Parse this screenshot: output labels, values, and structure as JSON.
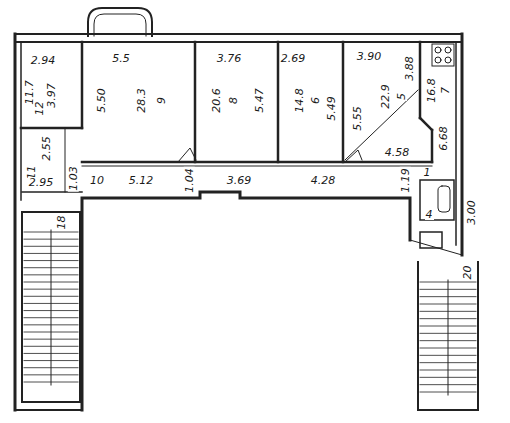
{
  "diagram": {
    "labels": [
      "2.94",
      "5.5",
      "3.76",
      "2.69",
      "3.90",
      "3.97",
      "11.7",
      "12",
      "5.50",
      "9",
      "28.3",
      "20.6",
      "8",
      "5.47",
      "14.8",
      "6",
      "5.49",
      "22.9",
      "5",
      "3.88",
      "5.55",
      "4.58",
      "7",
      "16.8",
      "6.68",
      "2.55",
      "11",
      "2.95",
      "1.03",
      "10",
      "5.12",
      "1.04",
      "3.69",
      "4.28",
      "1.19",
      "1",
      "3.00",
      "4",
      "18",
      "20"
    ]
  }
}
